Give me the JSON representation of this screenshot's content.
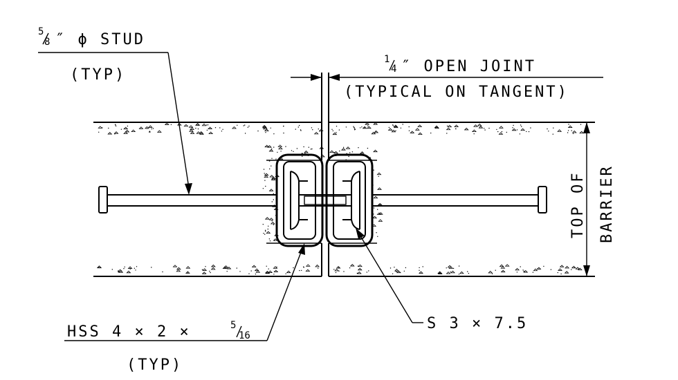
{
  "labels": {
    "stud": {
      "frac_num": "5",
      "frac_den": "8",
      "rest": "″ ϕ STUD",
      "sub": "(TYP)"
    },
    "joint": {
      "frac_num": "1",
      "frac_den": "4",
      "rest": "″ OPEN JOINT",
      "sub": "(TYPICAL ON TANGENT)"
    },
    "barrier": {
      "line1": "TOP OF",
      "line2": "BARRIER"
    },
    "hss": {
      "text": "HSS 4 × 2 × ",
      "frac_num": "5",
      "frac_den": "16",
      "sub": "(TYP)"
    },
    "s_shape": {
      "text": "S 3 × 7.5"
    }
  }
}
